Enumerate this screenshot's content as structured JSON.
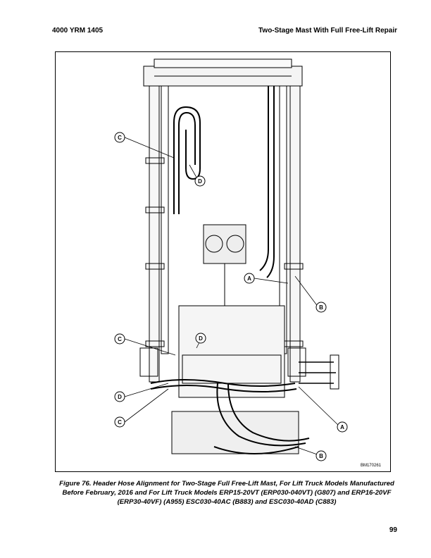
{
  "header": {
    "left": "4000 YRM 1405",
    "right": "Two-Stage Mast With Full Free-Lift Repair"
  },
  "figure": {
    "image_code": "BM170261",
    "callouts": {
      "c1": "C",
      "d1": "D",
      "a1": "A",
      "b1": "B",
      "c2": "C",
      "d2": "D",
      "d3": "D",
      "c3": "C",
      "a2": "A",
      "b2": "B"
    }
  },
  "caption": "Figure 76. Header Hose Alignment for Two-Stage Full Free-Lift Mast, For Lift Truck Models Manufactured Before February, 2016 and For Lift Truck Models ERP15-20VT (ERP030-040VT) (G807) and ERP16-20VF (ERP30-40VF) (A955) ESC030-40AC (B883) and ESC030-40AD (C883)",
  "page_number": "99"
}
